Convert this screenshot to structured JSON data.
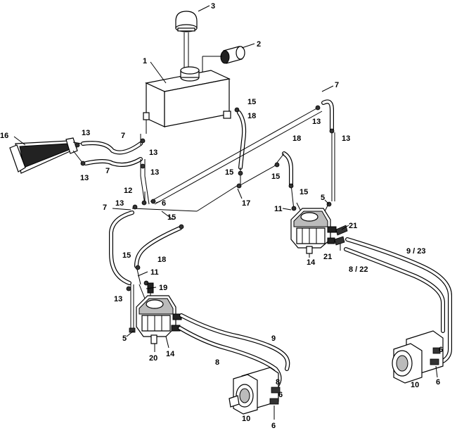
{
  "callouts": {
    "c1": "1",
    "c2": "2",
    "c3": "3",
    "c5a": "5",
    "c5b": "5",
    "c6a": "6",
    "c6b": "6",
    "c6c": "6",
    "c6d": "6",
    "c6e": "6",
    "c7a": "7",
    "c7b": "7",
    "c7c": "7",
    "c7d": "7",
    "c8a": "8",
    "c8b": "8",
    "c8_22": "8 / 22",
    "c9": "9",
    "c9_23": "9 / 23",
    "c10a": "10",
    "c10b": "10",
    "c11a": "11",
    "c11b": "11",
    "c12": "12",
    "c13a": "13",
    "c13b": "13",
    "c13c": "13",
    "c13d": "13",
    "c13e": "13",
    "c13f": "13",
    "c13g": "13",
    "c13h": "13",
    "c14a": "14",
    "c14b": "14",
    "c15a": "15",
    "c15b": "15",
    "c15c": "15",
    "c15d": "15",
    "c15e": "15",
    "c15f": "15",
    "c16": "16",
    "c17": "17",
    "c18a": "18",
    "c18b": "18",
    "c18c": "18",
    "c19": "19",
    "c20": "20",
    "c21a": "21",
    "c21b": "21"
  }
}
